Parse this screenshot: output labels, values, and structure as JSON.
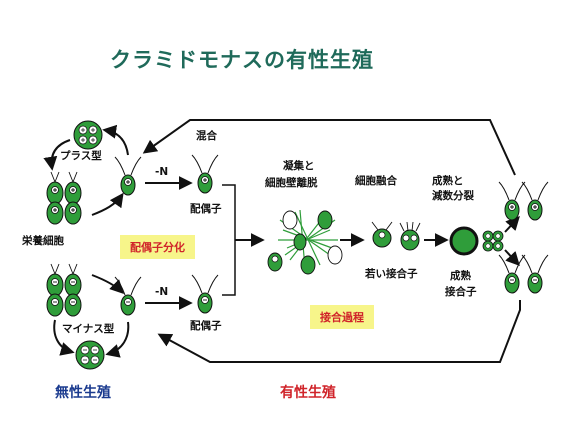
{
  "title": "クラミドモナスの有性生殖",
  "labels": {
    "plus_type": "プラス型",
    "minus_type": "マイナス型",
    "vegetative": "栄養細胞",
    "mixing": "混合",
    "n_top": "-N",
    "n_bottom": "-N",
    "gamete_top": "配偶子",
    "gamete_bottom": "配偶子",
    "agglutination_1": "凝集と",
    "agglutination_2": "細胞壁離脱",
    "fusion": "細胞融合",
    "maturation_1": "成熟と",
    "maturation_2": "減数分裂",
    "young_zygote": "若い接合子",
    "mature_zygote_1": "成熟",
    "mature_zygote_2": "接合子"
  },
  "boxes": {
    "gamete_differentiation": "配偶子分化",
    "conjugation": "接合過程"
  },
  "bottom": {
    "asexual": "無性生殖",
    "sexual": "有性生殖"
  },
  "colors": {
    "title": "#1f6a5a",
    "cell_green": "#2f9d3a",
    "highlight": "#f7f58a",
    "box_text": "#d0242a",
    "asexual": "#1b3b8f",
    "sexual": "#d0242a"
  }
}
